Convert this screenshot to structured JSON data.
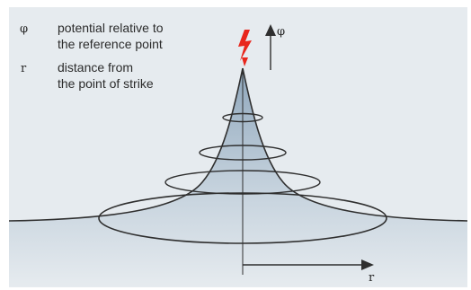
{
  "legend": [
    {
      "symbol": "φ",
      "line1": "potential relative to",
      "line2": "the reference point"
    },
    {
      "symbol": "r",
      "line1": "distance from",
      "line2": "the point of strike"
    }
  ],
  "axes": {
    "vertical_label": "φ",
    "horizontal_label": "r"
  },
  "colors": {
    "background": "#e6ebef",
    "line": "#2f2f2f",
    "lightning": "#e8261c",
    "cone_top": "#8fa7bc",
    "cone_bottom": "#e6ebef"
  },
  "icons": {
    "strike": "lightning-bolt-icon"
  }
}
